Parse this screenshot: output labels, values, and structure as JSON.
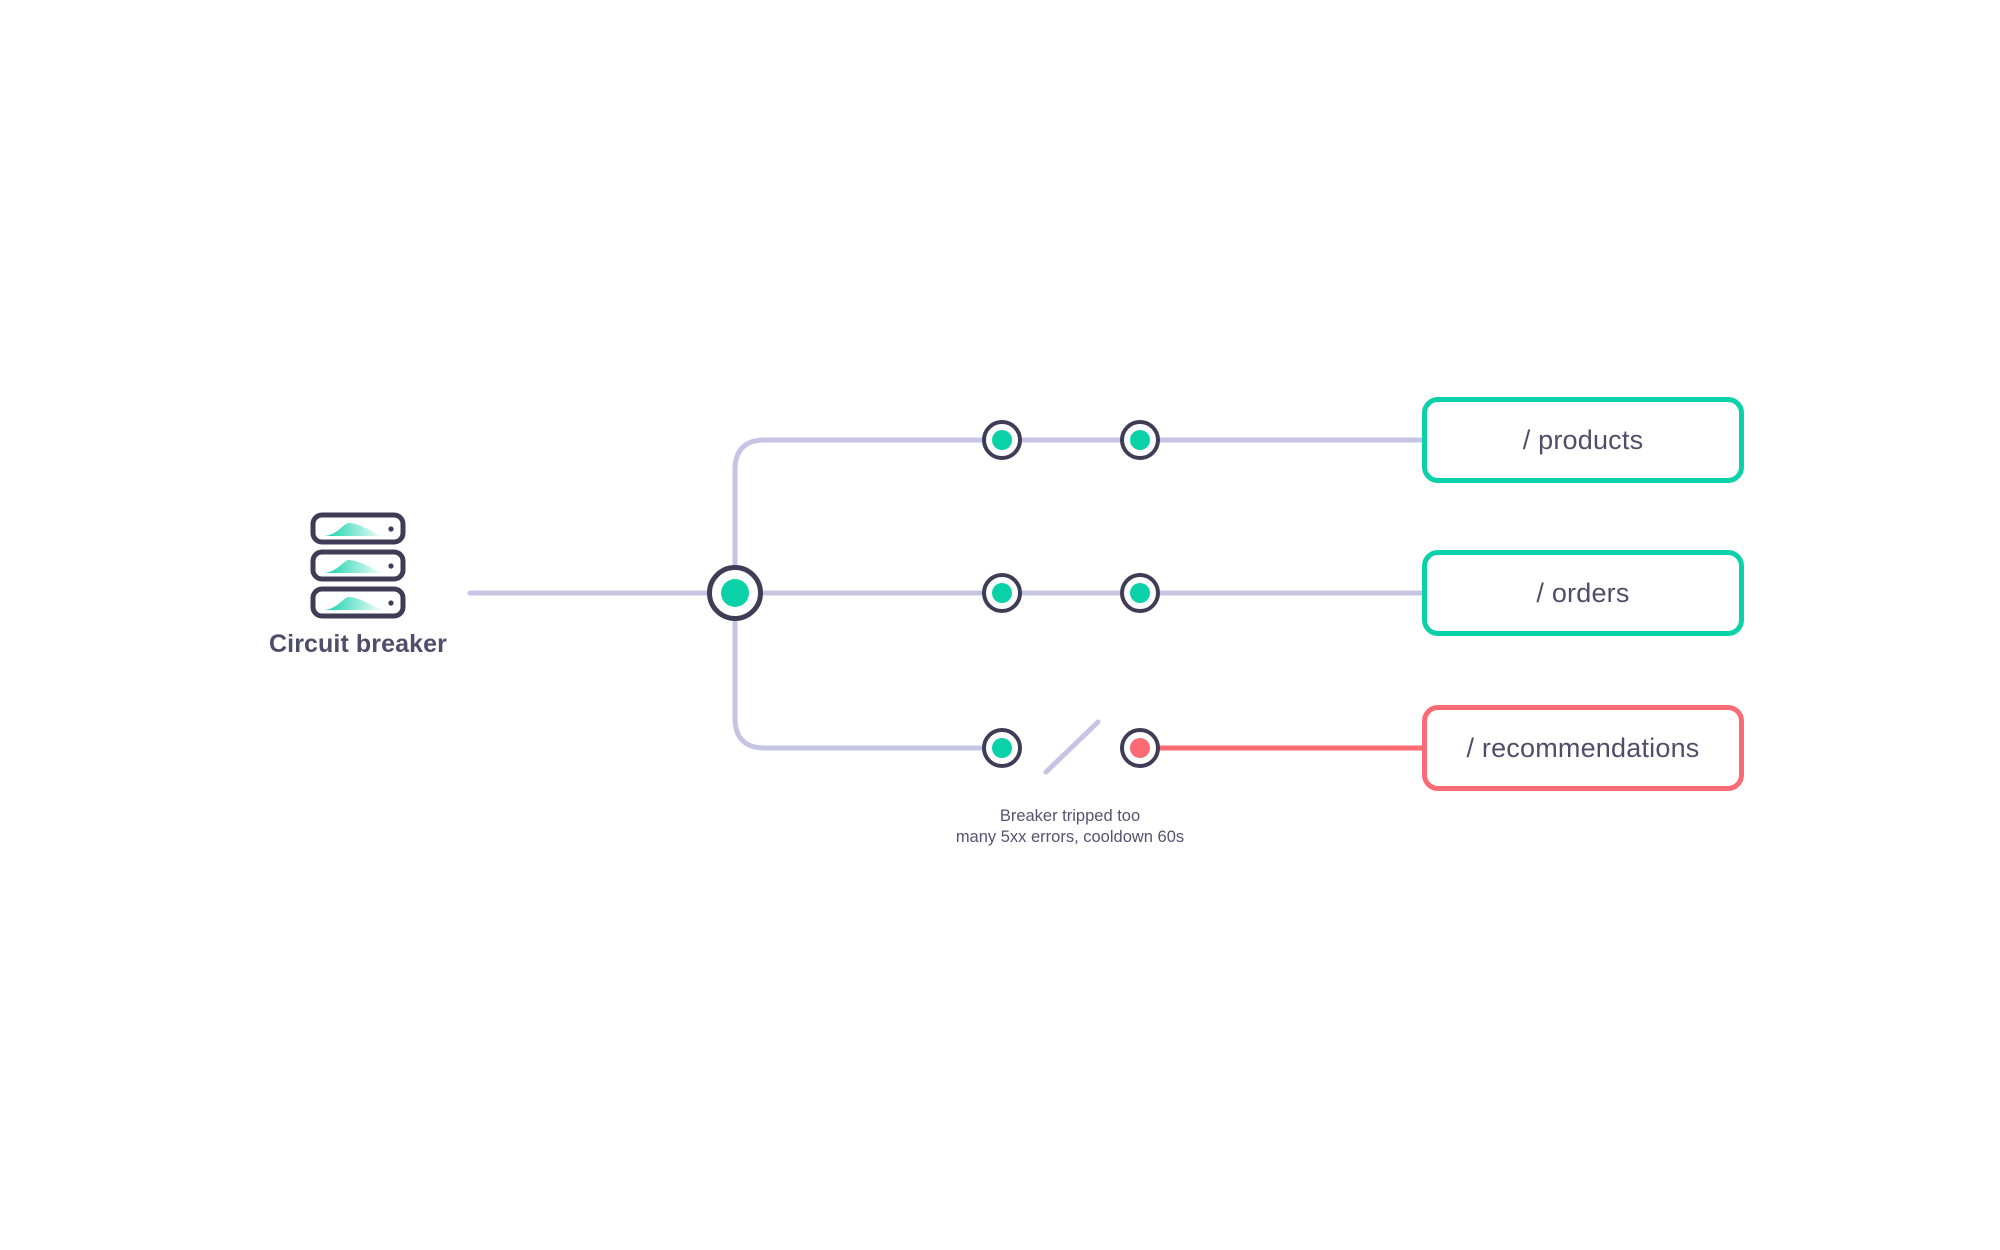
{
  "diagram": {
    "title": "Circuit breaker routing diagram",
    "source": {
      "label": "Circuit breaker",
      "icon": "server-stack-icon"
    },
    "colors": {
      "healthy": "#0bd1a8",
      "down": "#fa6b76",
      "wire": "#c6c4e4",
      "ink": "#3f3d56",
      "text": "#4e4e6b",
      "background": "#ffffff"
    },
    "junction": {
      "name": "breaker-junction-node",
      "state": "healthy"
    },
    "routes": [
      {
        "id": "products",
        "label": "/ products",
        "state": "healthy",
        "wire_color": "#c6c4e4",
        "hop_states": [
          "healthy",
          "healthy"
        ],
        "broken": false
      },
      {
        "id": "orders",
        "label": "/ orders",
        "state": "healthy",
        "wire_color": "#c6c4e4",
        "hop_states": [
          "healthy",
          "healthy"
        ],
        "broken": false
      },
      {
        "id": "recommendations",
        "label": "/ recommendations",
        "state": "down",
        "wire_color": "#fa6b76",
        "hop_states": [
          "healthy",
          "down"
        ],
        "broken": true
      }
    ],
    "caption": {
      "line1": "Breaker tripped too",
      "line2": "many 5xx errors, cooldown 60s"
    }
  }
}
